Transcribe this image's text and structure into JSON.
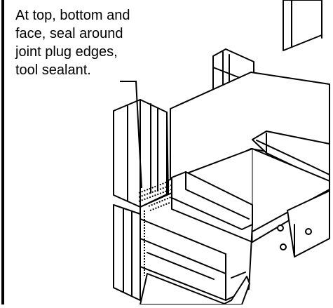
{
  "callout": {
    "lines": [
      "At top, bottom and",
      "face, seal around",
      "joint plug edges,",
      "tool sealant."
    ]
  },
  "colors": {
    "ink": "#000000",
    "paper": "#ffffff"
  },
  "icons": {
    "sealant": "sealant-bead-icon"
  }
}
